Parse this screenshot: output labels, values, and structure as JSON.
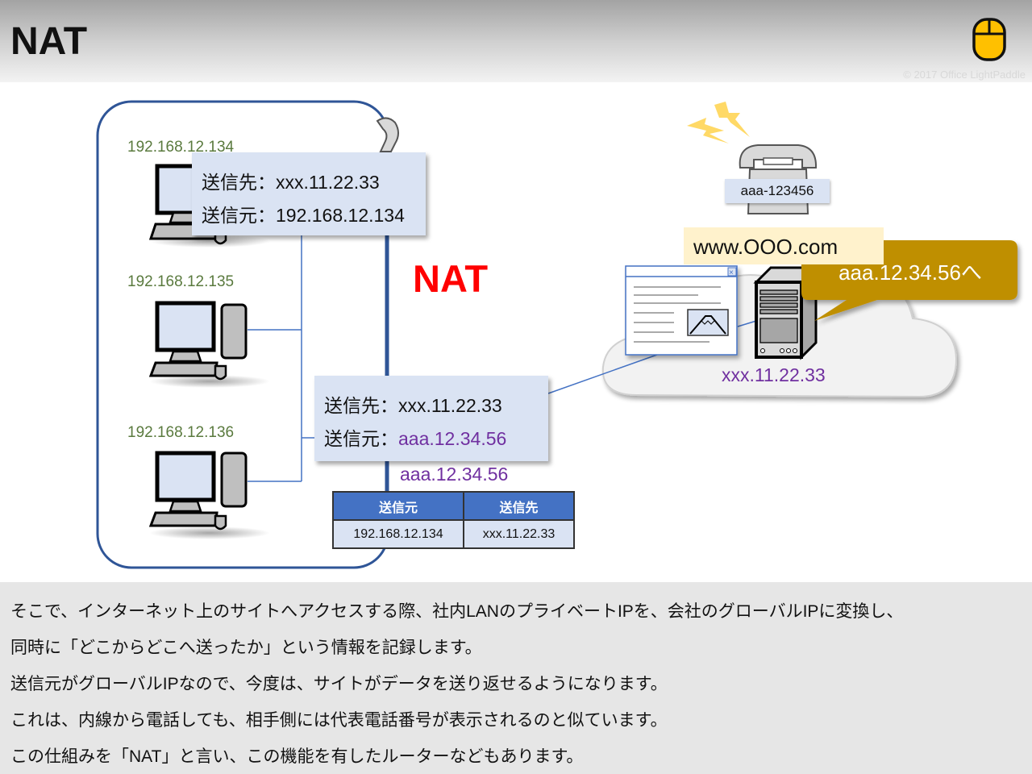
{
  "header": {
    "title": "NAT",
    "logo_icon": "mouse-icon",
    "copyright": "© 2017 Office LightPaddle"
  },
  "diagram": {
    "lan": {
      "pcs": [
        {
          "ip": "192.168.12.134",
          "icon": "desktop-computer-icon"
        },
        {
          "ip": "192.168.12.135",
          "icon": "desktop-computer-icon"
        },
        {
          "ip": "192.168.12.136",
          "icon": "desktop-computer-icon"
        }
      ]
    },
    "packet_before": {
      "dest_label": "送信先：",
      "dest_value": "xxx.11.22.33",
      "src_label": "送信元：",
      "src_value": "192.168.12.134"
    },
    "nat_label": "NAT",
    "packet_after": {
      "dest_label": "送信先：",
      "dest_value": "xxx.11.22.33",
      "src_label": "送信元：",
      "src_value": "aaa.12.34.56"
    },
    "router_global_ip": "aaa.12.34.56",
    "nat_table": {
      "headers": [
        "送信元",
        "送信先"
      ],
      "rows": [
        [
          "192.168.12.134",
          "xxx.11.22.33"
        ]
      ]
    },
    "internet": {
      "phone_number": "aaa-123456",
      "site_domain": "www.OOO.com",
      "callout": "aaa.12.34.56へ",
      "server_ip": "xxx.11.22.33",
      "icons": [
        "lightning-icon",
        "telephone-icon",
        "browser-window-icon",
        "server-icon",
        "cloud-icon"
      ]
    },
    "colors": {
      "lan_border": "#2f5597",
      "label_box": "#dae3f3",
      "nat_red": "#ff0000",
      "purple": "#7030a0",
      "green_ip": "#5a7a3e",
      "callout": "#bf8f00",
      "table_header": "#4472c4"
    }
  },
  "footer": {
    "lines": [
      "そこで、インターネット上のサイトへアクセスする際、社内LANのプライベートIPを、会社のグローバルIPに変換し、",
      "同時に「どこからどこへ送ったか」という情報を記録します。",
      "送信元がグローバルIPなので、今度は、サイトがデータを送り返せるようになります。",
      "これは、内線から電話しても、相手側には代表電話番号が表示されるのと似ています。",
      "この仕組みを「NAT」と言い、この機能を有したルーターなどもあります。"
    ]
  }
}
